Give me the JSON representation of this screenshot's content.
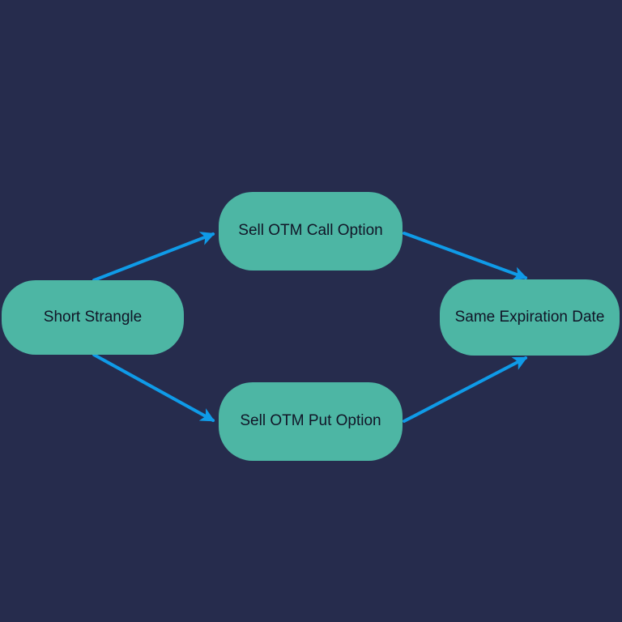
{
  "diagram": {
    "background_color": "#262C4D",
    "node_fill_color": "#4DB6A4",
    "node_text_color": "#111527",
    "arrow_color": "#0F9BE8",
    "nodes": [
      {
        "id": "short-strangle",
        "label": "Short Strangle"
      },
      {
        "id": "sell-otm-call",
        "label": "Sell OTM Call Option"
      },
      {
        "id": "sell-otm-put",
        "label": "Sell OTM Put Option"
      },
      {
        "id": "same-expiration-date",
        "label": "Same Expiration Date"
      }
    ],
    "edges": [
      {
        "from": "short-strangle",
        "to": "sell-otm-call"
      },
      {
        "from": "short-strangle",
        "to": "sell-otm-put"
      },
      {
        "from": "sell-otm-call",
        "to": "same-expiration-date"
      },
      {
        "from": "sell-otm-put",
        "to": "same-expiration-date"
      }
    ]
  }
}
